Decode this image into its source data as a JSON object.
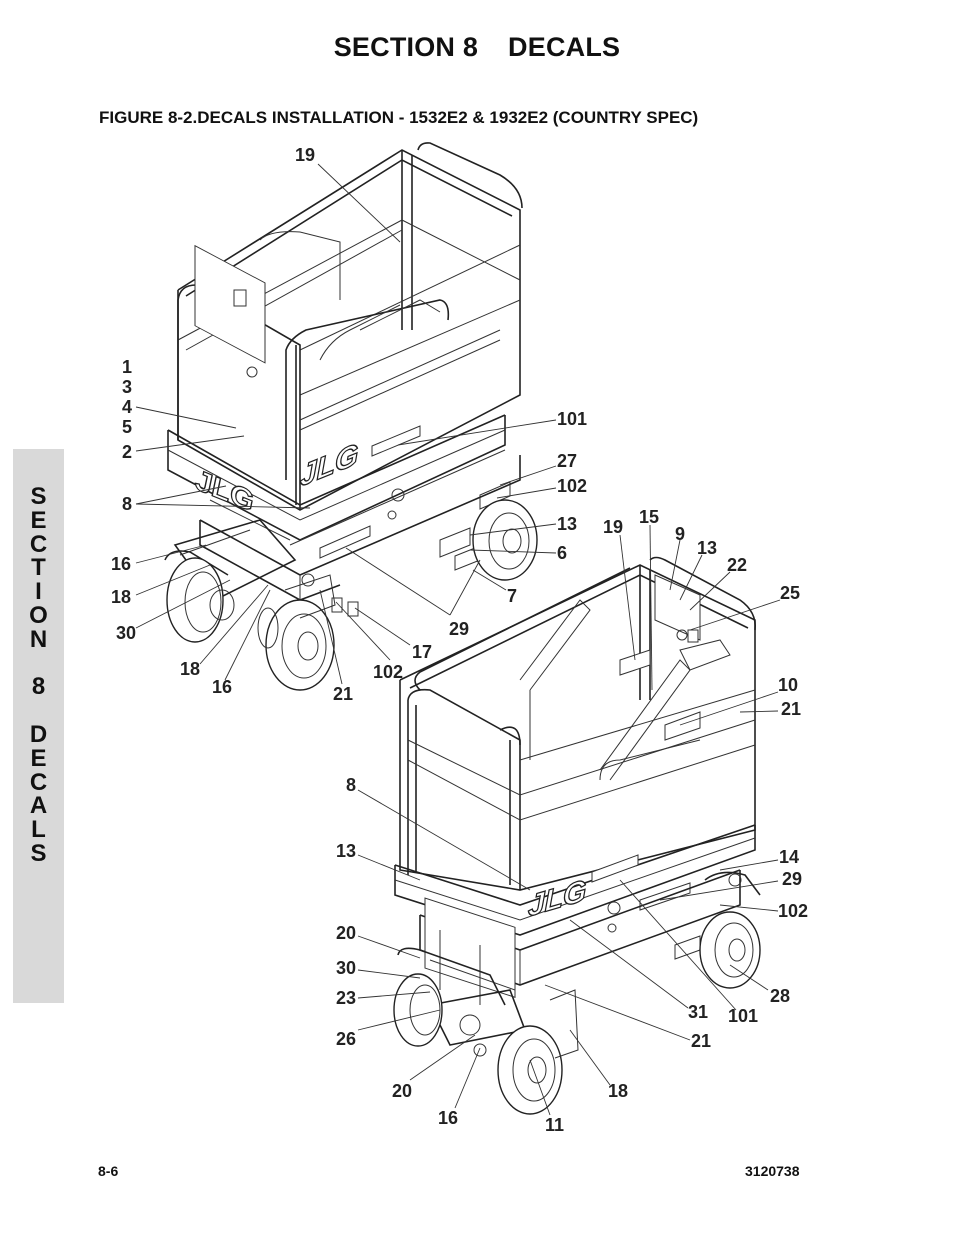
{
  "header": {
    "section_label": "SECTION 8",
    "section_name": "DECALS"
  },
  "figure": {
    "title": "FIGURE 8-2.DECALS INSTALLATION - 1532E2 & 1932E2 (COUNTRY SPEC)",
    "logo_text": "JLG"
  },
  "side_tab": {
    "letters": [
      "S",
      "E",
      "C",
      "T",
      "I",
      "O",
      "N",
      "",
      "8",
      "",
      "D",
      "E",
      "C",
      "A",
      "L",
      "S"
    ]
  },
  "callouts": {
    "c1": "19",
    "c2": "1",
    "c3": "3",
    "c4": "4",
    "c5": "5",
    "c6": "2",
    "c7": "101",
    "c8": "27",
    "c9": "102",
    "c10": "8",
    "c11": "13",
    "c12": "6",
    "c13": "16",
    "c14": "18",
    "c15": "7",
    "c16": "30",
    "c17": "29",
    "c18": "17",
    "c19": "18",
    "c20": "102",
    "c21": "16",
    "c22": "21",
    "c23": "19",
    "c24": "15",
    "c25": "9",
    "c26": "13",
    "c27": "22",
    "c28": "25",
    "c29": "10",
    "c30": "21",
    "c31": "8",
    "c32": "13",
    "c33": "14",
    "c34": "29",
    "c35": "102",
    "c36": "20",
    "c37": "30",
    "c38": "23",
    "c39": "28",
    "c40": "26",
    "c41": "31",
    "c42": "101",
    "c43": "21",
    "c44": "20",
    "c45": "18",
    "c46": "16",
    "c47": "11"
  },
  "footer": {
    "page_number": "8-6",
    "doc_number": "3120738"
  }
}
